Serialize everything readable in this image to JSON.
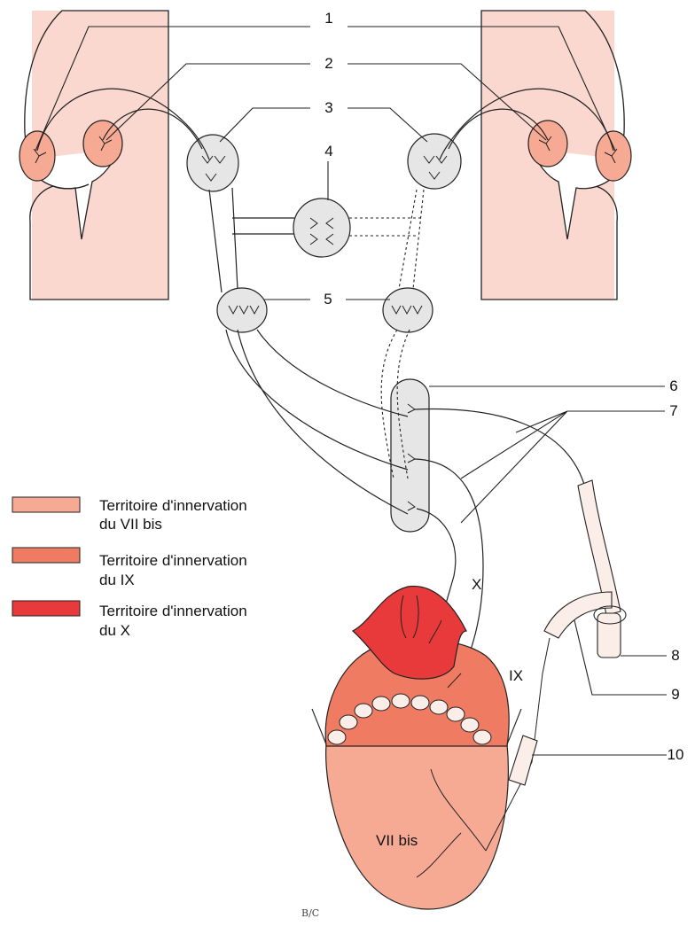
{
  "callouts": [
    "1",
    "2",
    "3",
    "4",
    "5",
    "6",
    "7",
    "8",
    "9",
    "10"
  ],
  "legend": [
    {
      "line1": "Territoire d'innervation",
      "line2": "du VII bis",
      "color": "#f6aa93"
    },
    {
      "line1": "Territoire d'innervation",
      "line2": "du IX",
      "color": "#f07b63"
    },
    {
      "line1": "Territoire d'innervation",
      "line2": "du X",
      "color": "#e8393b"
    }
  ],
  "tongue_labels": {
    "x": "X",
    "ix": "IX",
    "vii": "VII bis"
  },
  "signature": "B/C",
  "colors": {
    "cortex_band": "#fbd8cf",
    "cortical_nucleus": "#f6aa93",
    "relay_nucleus": "#e6e6e6",
    "fiber_tract": "#ffffff",
    "tongue_anterior": "#f6aa93",
    "tongue_posterior": "#f07b63",
    "epiglottis": "#e8393b",
    "papillae": "#fbeee8"
  }
}
